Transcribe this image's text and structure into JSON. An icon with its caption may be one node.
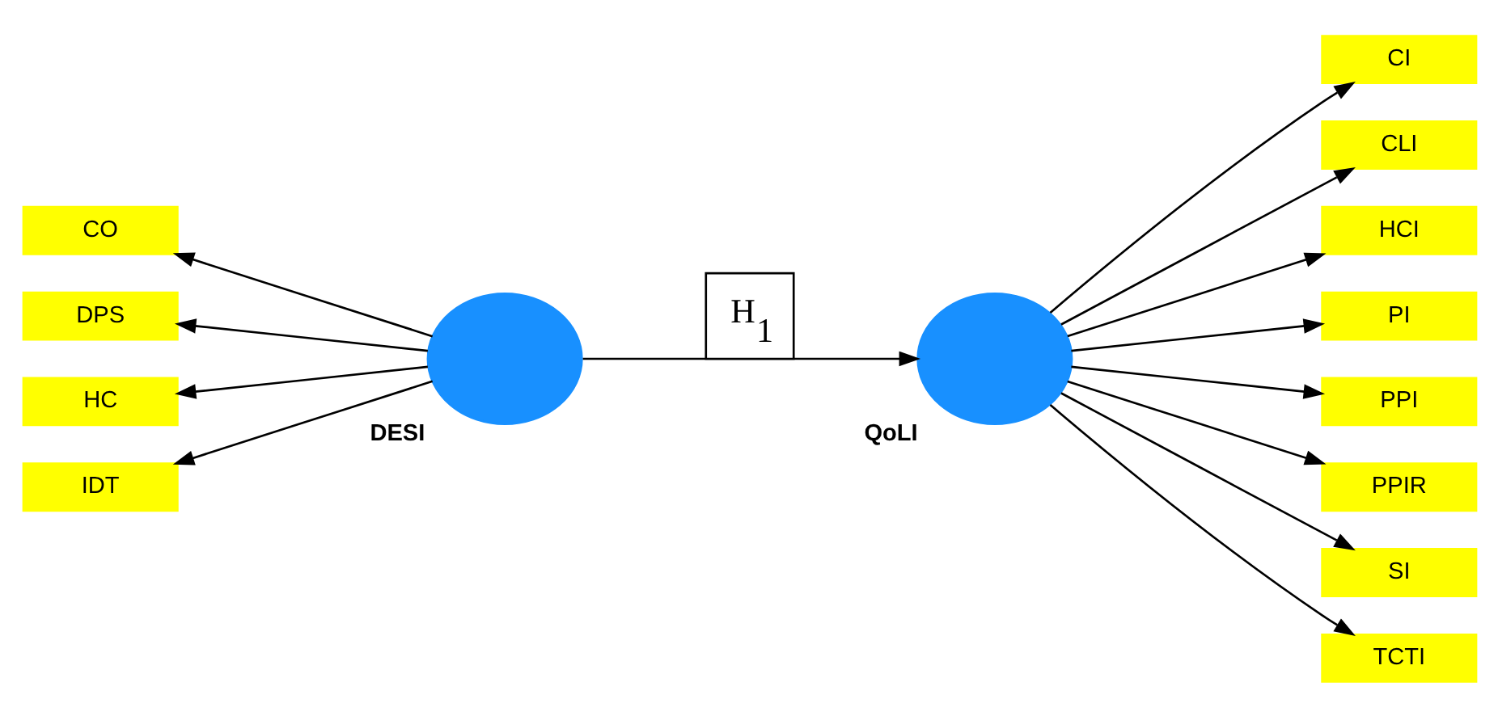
{
  "diagram": {
    "nodes": [
      {
        "text": [
          "DESI"
        ]
      },
      {
        "text": [
          "QoLI"
        ]
      },
      {
        "text": [
          "CO"
        ]
      },
      {
        "text": [
          "DPS"
        ]
      },
      {
        "text": [
          "HC"
        ]
      },
      {
        "text": [
          "IDT"
        ]
      },
      {
        "text": [
          "CI"
        ]
      },
      {
        "text": [
          "CLI"
        ]
      },
      {
        "text": [
          "HCI"
        ]
      },
      {
        "text": [
          "PI"
        ]
      },
      {
        "text": [
          "PPI"
        ]
      },
      {
        "text": [
          "PPIR"
        ]
      },
      {
        "text": [
          "SI"
        ]
      },
      {
        "text": [
          "TCTI"
        ]
      }
    ],
    "edges": [
      {
        "from": 0,
        "to": 2,
        "arrow": "to"
      },
      {
        "from": 0,
        "to": 3,
        "arrow": "to"
      },
      {
        "from": 0,
        "to": 4,
        "arrow": "to"
      },
      {
        "from": 0,
        "to": 5,
        "arrow": "to"
      },
      {
        "from": 0,
        "to": 1,
        "arrow": "to",
        "label": "H$_{1}$"
      },
      {
        "from": 1,
        "to": 6,
        "arrow": "to"
      },
      {
        "from": 1,
        "to": 7,
        "arrow": "to"
      },
      {
        "from": 1,
        "to": 8,
        "arrow": "to"
      },
      {
        "from": 1,
        "to": 9,
        "arrow": "to"
      },
      {
        "from": 1,
        "to": 10,
        "arrow": "to"
      },
      {
        "from": 1,
        "to": 11,
        "arrow": "to"
      },
      {
        "from": 1,
        "to": 12,
        "arrow": "to"
      },
      {
        "from": 1,
        "to": 13,
        "arrow": "to"
      }
    ]
  }
}
